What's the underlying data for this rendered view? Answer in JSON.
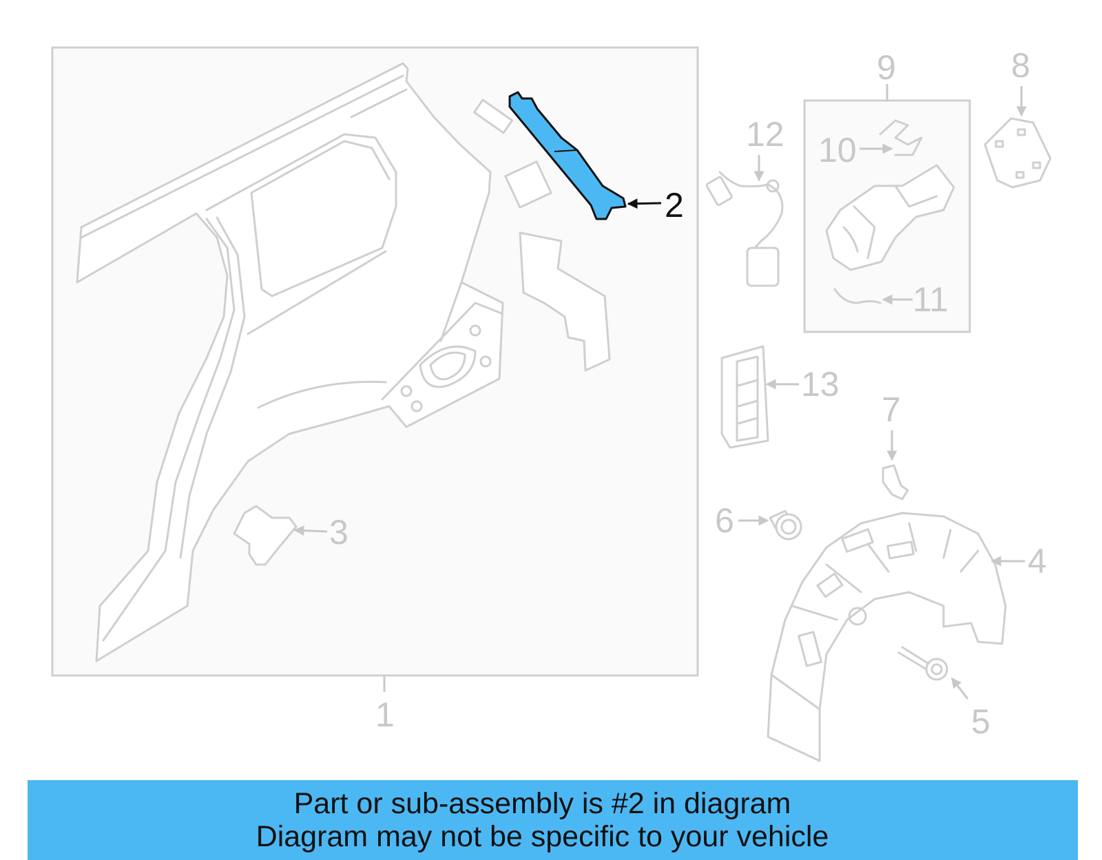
{
  "caption": {
    "line1": "Part or sub-assembly is #2 in diagram",
    "line2": "Diagram may not be specific to your vehicle"
  },
  "callouts": [
    {
      "id": "1",
      "label": "1"
    },
    {
      "id": "2",
      "label": "2",
      "highlighted": true
    },
    {
      "id": "3",
      "label": "3"
    },
    {
      "id": "4",
      "label": "4"
    },
    {
      "id": "5",
      "label": "5"
    },
    {
      "id": "6",
      "label": "6"
    },
    {
      "id": "7",
      "label": "7"
    },
    {
      "id": "8",
      "label": "8"
    },
    {
      "id": "9",
      "label": "9"
    },
    {
      "id": "10",
      "label": "10"
    },
    {
      "id": "11",
      "label": "11"
    },
    {
      "id": "12",
      "label": "12"
    },
    {
      "id": "13",
      "label": "13"
    }
  ],
  "colors": {
    "highlight": "#4cb8f3",
    "line_gray": "#cfcfcf",
    "label_gray": "#c8c8c8",
    "text_dark": "#111111"
  }
}
